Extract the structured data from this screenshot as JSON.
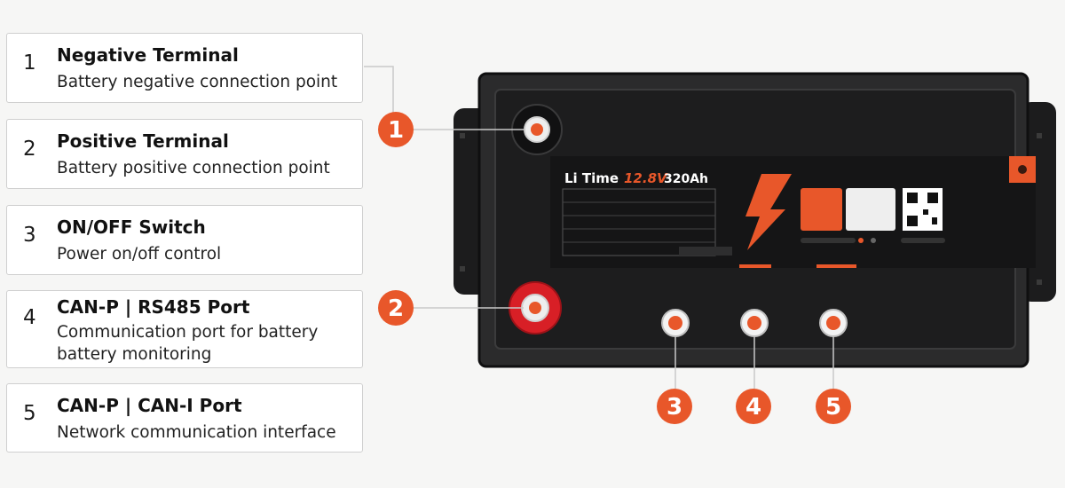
{
  "legend": [
    {
      "number": "1",
      "title": "Negative Terminal",
      "description": "Battery negative connection point"
    },
    {
      "number": "2",
      "title": "Positive Terminal",
      "description": "Battery positive connection point"
    },
    {
      "number": "3",
      "title": "ON/OFF Switch",
      "description": "Power on/off control"
    },
    {
      "number": "4",
      "title": "CAN-P | RS485 Port",
      "description": "Communication port for battery battery monitoring"
    },
    {
      "number": "5",
      "title": "CAN-P | CAN-I Port",
      "description": "Network communication interface"
    }
  ],
  "battery_label": {
    "brand": "Li Time",
    "voltage": "12.8V",
    "capacity": "320Ah"
  },
  "callout_markers": [
    "1",
    "2",
    "3",
    "4",
    "5"
  ],
  "colors": {
    "accent": "#e8572a",
    "battery_body": "#2b2b2c",
    "battery_face": "#1d1d1e",
    "positive": "#d81f26",
    "card_border": "#cfcfcf"
  }
}
